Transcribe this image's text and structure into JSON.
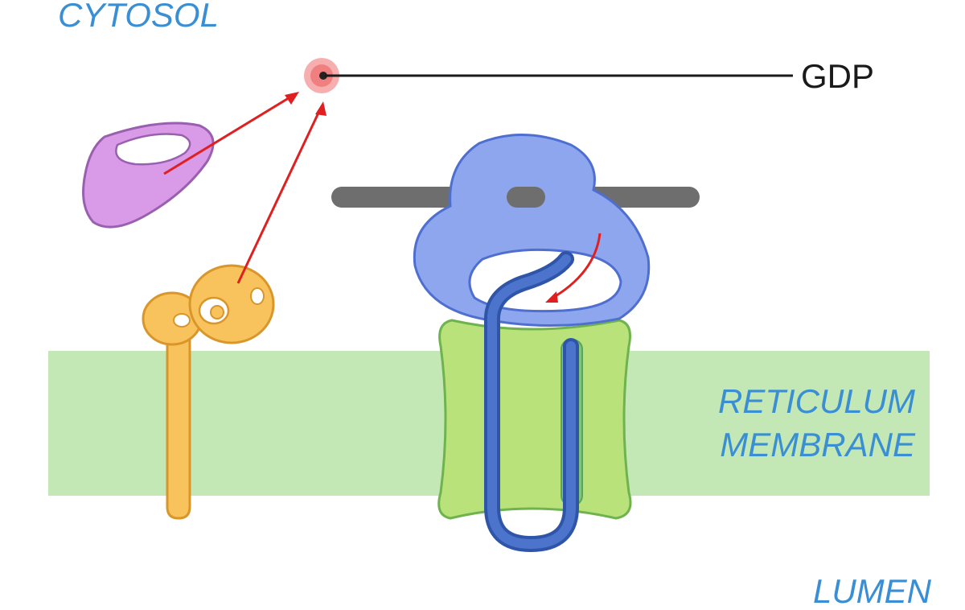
{
  "labels": {
    "cytosol": "CYTOSOL",
    "reticulum": "RETICULUM",
    "membrane": "MEMBRANE",
    "lumen": "LUMEN",
    "gdp": "GDP"
  },
  "colors": {
    "label_blue": "#3a8fd4",
    "membrane_green": "#c3e8b6",
    "translocon_green": "#b9e27a",
    "translocon_stroke": "#6fb34e",
    "ribosome_blue": "#8ea6ee",
    "ribosome_stroke": "#4f6fd0",
    "mrna_gray": "#6e6e6e",
    "srp_violet": "#d99ae8",
    "receptor_orange": "#f8c35c",
    "receptor_stroke": "#d9962a",
    "nascent_chain_blue": "#4c74cc",
    "arrow_red": "#e02020",
    "gdp_dot": "#f08080"
  },
  "icons": {
    "srp": "srp-protein-icon",
    "receptor": "srp-receptor-icon",
    "ribosome": "ribosome-icon",
    "translocon": "translocon-channel-icon",
    "mrna": "mrna-strand-icon",
    "gdp": "gdp-molecule-icon"
  }
}
